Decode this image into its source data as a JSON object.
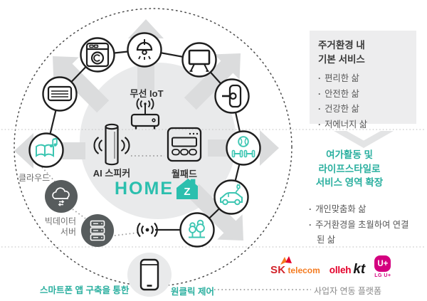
{
  "colors": {
    "teal_brand": "#2bbfae",
    "teal_text": "#2aaf9f",
    "teal_icon": "#3cc6b2",
    "heading_dark": "#3a3a3a",
    "body_gray": "#585858",
    "label_gray": "#6e6e6e",
    "panel_bg": "#ededee",
    "arrow_gray": "#dbdcdd",
    "hub_circle_gray": "#e9eaeb",
    "dark_node_gray": "#575c5d",
    "sk_red": "#d2232a",
    "sk_orange": "#f47b20",
    "kt_red": "#e4002b",
    "kt_black": "#151515",
    "lg_magenta": "#d4007f"
  },
  "hub": {
    "wireless_iot_label": "무선 IoT",
    "ai_speaker_label": "AI 스피커",
    "wallpad_label": "월패드",
    "brand_home": "HOME",
    "brand_z": "Z"
  },
  "infra": {
    "cloud_label": "클라우드",
    "bigdata_label_line1": "빅데이터",
    "bigdata_label_line2": "서버"
  },
  "panel_basic": {
    "title_line1": "주거환경 내",
    "title_line2": "기본 서비스",
    "bullets": [
      "편리한 삶",
      "안전한 삶",
      "건강한 삶",
      "저에너지 삶"
    ]
  },
  "panel_expand": {
    "title_line1": "여가활동 및",
    "title_line2": "라이프스타일로",
    "title_line3": "서비스 영역 확장",
    "bullets": [
      "개인맞춤화 삶",
      "주거환경을 초월하여 연결된 삶"
    ]
  },
  "bottom": {
    "smartphone_caption": "스마트폰 앱 구축을 통한",
    "one_click_label": "원클릭 제어",
    "operators_caption": "사업자 연동 플랫폼"
  },
  "logos": {
    "sk_main": "SK",
    "sk_sub": "telecom",
    "kt_main": "olleh",
    "kt_sub": "kt",
    "lg_mark": "U+",
    "lg_text": "LG U+"
  },
  "icon_names": [
    "washing-machine-icon",
    "pendant-light-icon",
    "tv-icon",
    "door-lock-icon",
    "fitness-icon",
    "electric-car-icon",
    "tree-icon",
    "wireless-signal-icon",
    "air-conditioner-icon",
    "media-book-icon",
    "wifi-router-icon",
    "ai-speaker-icon",
    "wallpad-icon",
    "home-badge-icon",
    "cloud-icon",
    "bigdata-server-icon",
    "smartphone-icon"
  ]
}
